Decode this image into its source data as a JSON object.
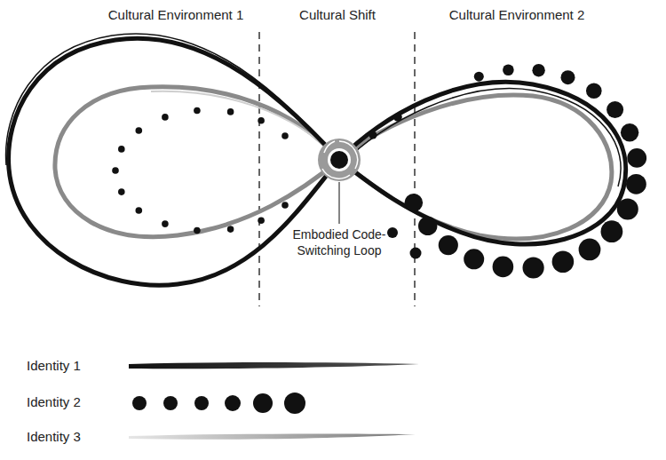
{
  "diagram": {
    "labels": [
      "Cultural Environment 1",
      "Cultural Shift",
      "Cultural Environment 2",
      "Embodied Code-Switching Loop"
    ],
    "legend": [
      {
        "text": "Identity 1"
      },
      {
        "text": "Identity 2"
      },
      {
        "text": "Identity 3"
      }
    ]
  }
}
